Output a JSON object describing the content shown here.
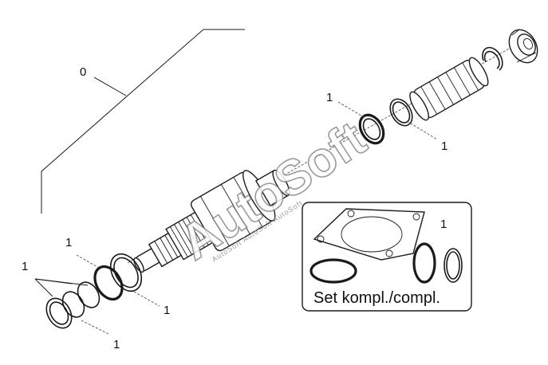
{
  "callouts": {
    "assembly": "0",
    "top_seal": "1",
    "right_ring": "1",
    "left_group": "1",
    "left_upper": "1",
    "left_lower": "1",
    "left_bottom": "1",
    "kit": "1"
  },
  "kit_box": {
    "label": "Set kompl./compl."
  },
  "watermark": {
    "brand": "AutoSoft",
    "tagline": "AutoSoft AutoSoft AutoSoft"
  }
}
